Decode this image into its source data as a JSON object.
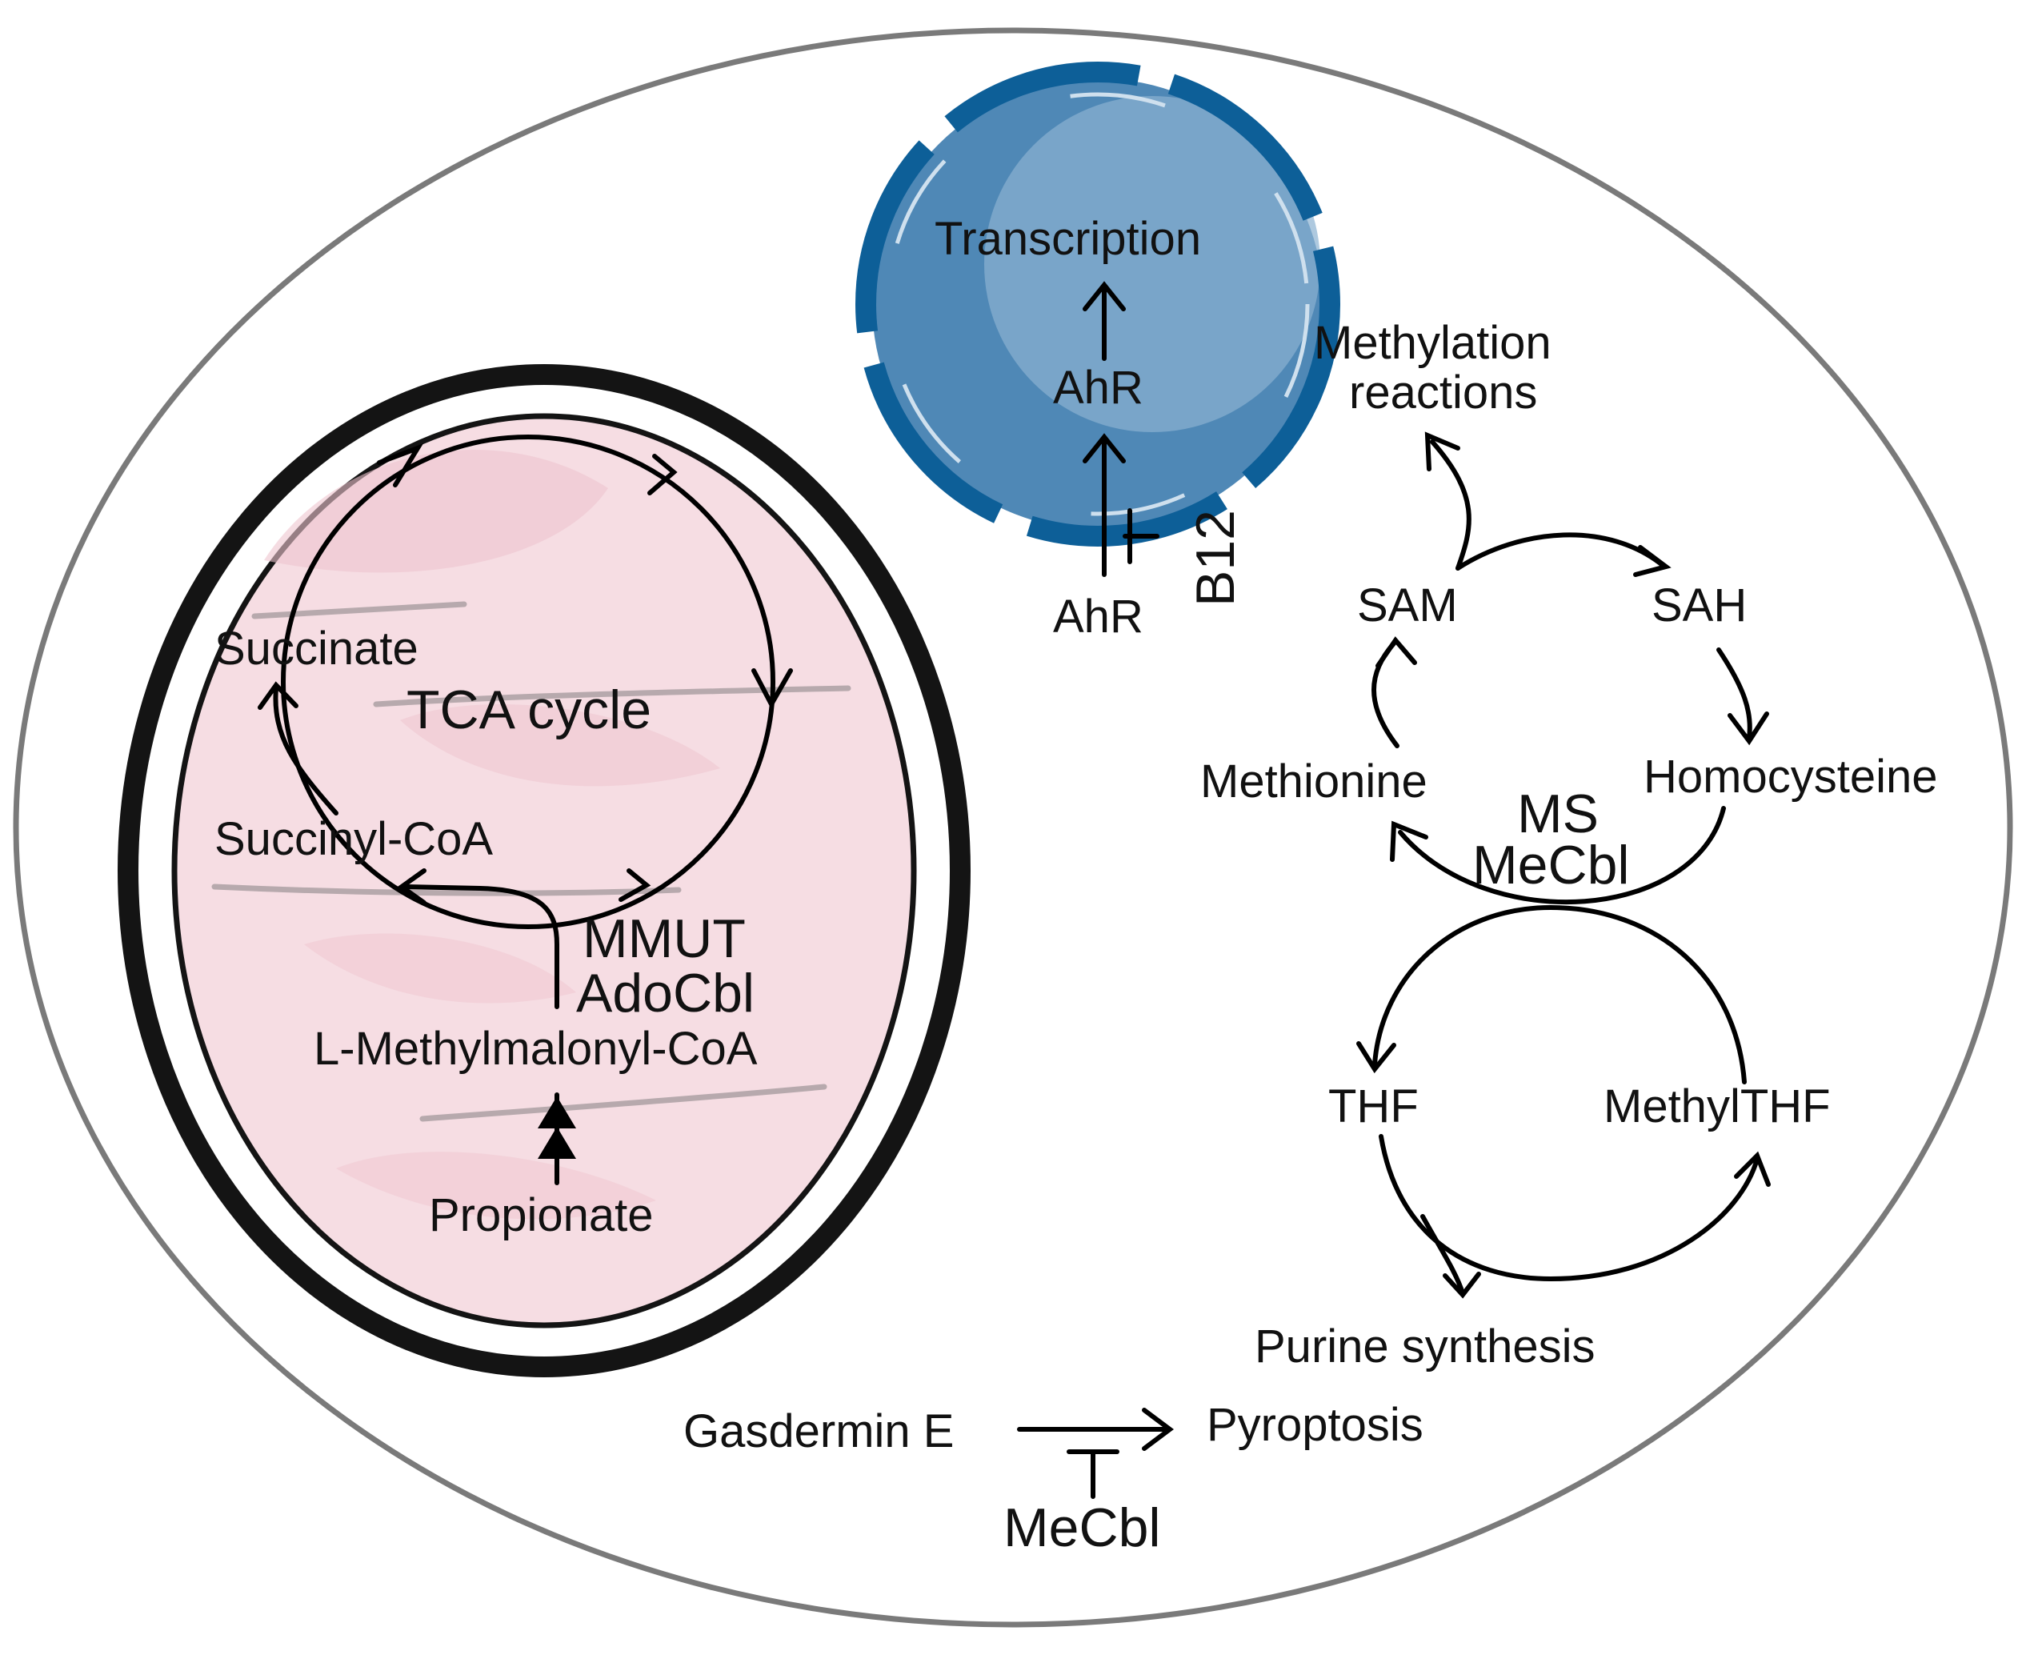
{
  "colors": {
    "cell_outline": "#7a7a7a",
    "mito_fill": "#f6dde3",
    "mito_fold": "#efc5cf",
    "mito_outer": "#141414",
    "nucleus_dark": "#0d5f98",
    "nucleus_mid": "#4f88b6",
    "nucleus_light": "#8bb2d1",
    "crista": "#b7a9ad"
  },
  "mitochondrion": {
    "tca_cycle": "TCA cycle",
    "succinate": "Succinate",
    "succinyl_coa": "Succinyl-CoA",
    "enzyme": "MMUT",
    "cofactor": "AdoCbl",
    "methylmalonyl_coa": "L-Methylmalonyl-CoA",
    "propionate": "Propionate"
  },
  "nucleus": {
    "transcription": "Transcription",
    "ahr_inside": "AhR",
    "ahr_outside": "AhR",
    "inhibitor": "B12"
  },
  "methionine_cycle": {
    "methylation": "Methylation",
    "reactions": "reactions",
    "sam": "SAM",
    "sah": "SAH",
    "homocysteine": "Homocysteine",
    "methionine": "Methionine",
    "enzyme": "MS",
    "cofactor": "MeCbl"
  },
  "folate_cycle": {
    "thf": "THF",
    "methylthf": "MethylTHF",
    "purine": "Purine synthesis"
  },
  "pyroptosis": {
    "gasdermin": "Gasdermin E",
    "pyroptosis": "Pyroptosis",
    "inhibitor": "MeCbl"
  }
}
